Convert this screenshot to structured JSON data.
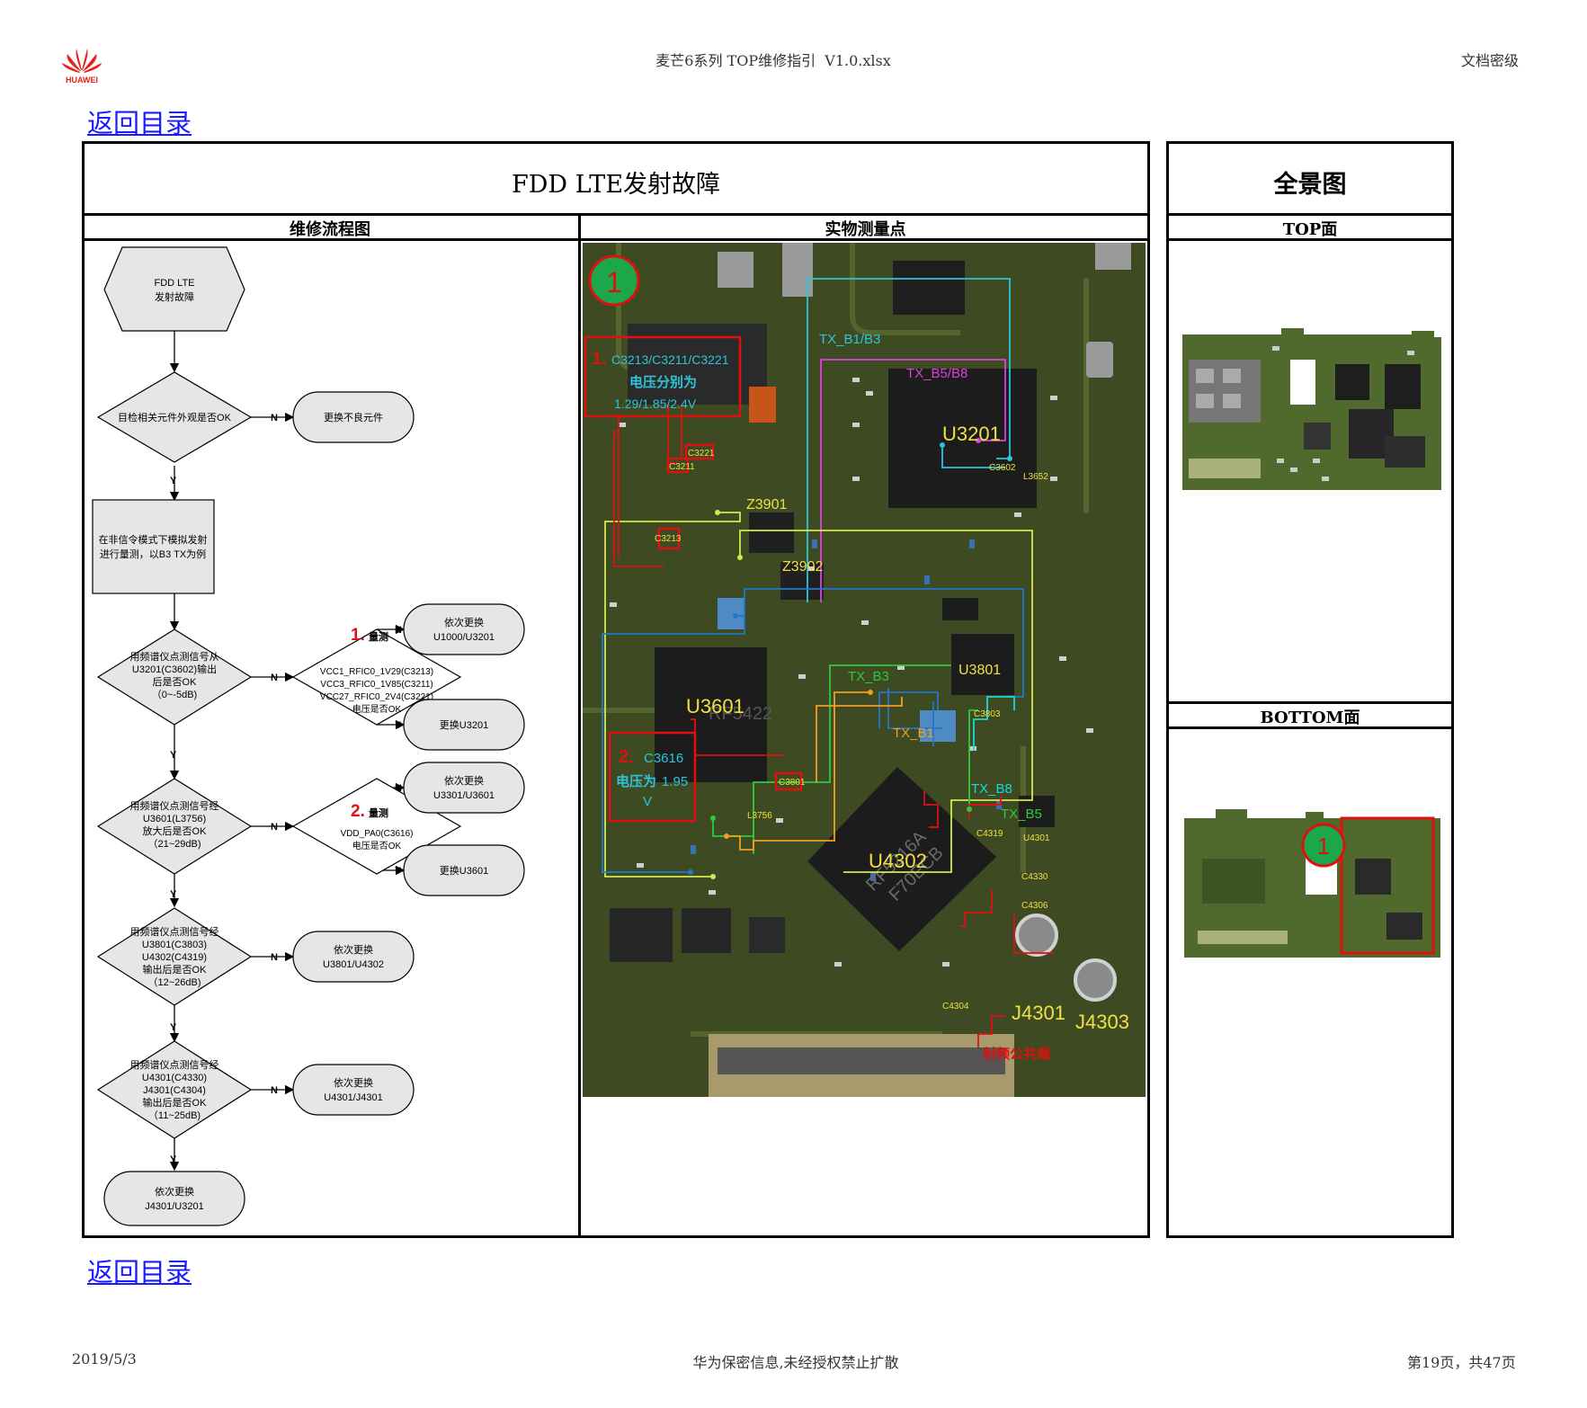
{
  "header": {
    "logo_text": "HUAWEI",
    "file_title": "麦芒6系列 TOP维修指引  V1.0.xlsx",
    "security_level": "文档密级"
  },
  "nav": {
    "back_link": "返回目录"
  },
  "main_title": "FDD LTE发射故障",
  "overview_title": "全景图",
  "col_flowchart": "维修流程图",
  "col_measure": "实物测量点",
  "panel_top": "TOP面",
  "panel_bottom": "BOTTOM面",
  "flow": {
    "start": [
      "FDD LTE",
      "发射故障"
    ],
    "q1": "目检相关元件外观是否OK",
    "a1": "更换不良元件",
    "step2": [
      "在非信令模式下模拟发射",
      "进行量测，以B3 TX为例"
    ],
    "q3": [
      "用频谱仪点测信号从",
      "U3201(C3602)输出",
      "后是否OK",
      "（0~-5dB)"
    ],
    "m1_num": "1.",
    "m1_label": "量测",
    "m1_lines": [
      "VCC1_RFIC0_1V29(C3213)",
      "VCC3_RFIC0_1V85(C3211)",
      "VCC27_RFIC0_2V4(C3221)",
      "电压是否OK"
    ],
    "a3a": [
      "依次更换",
      "U1000/U3201"
    ],
    "a3b": "更换U3201",
    "q4": [
      "用频谱仪点测信号经",
      "U3601(L3756)",
      "放大后是否OK",
      "（21~29dB)"
    ],
    "m2_num": "2.",
    "m2_label": "量测",
    "m2_lines": [
      "VDD_PA0(C3616)",
      "电压是否OK"
    ],
    "a4a": [
      "依次更换",
      "U3301/U3601"
    ],
    "a4b": "更换U3601",
    "q5": [
      "用频谱仪点测信号经",
      "U3801(C3803)",
      "U4302(C4319)",
      "输出后是否OK",
      "（12~26dB)"
    ],
    "a5": [
      "依次更换",
      "U3801/U4302"
    ],
    "q6": [
      "用频谱仪点测信号经",
      "U4301(C4330)",
      "J4301(C4304)",
      "输出后是否OK",
      "（11~25dB)"
    ],
    "a6": [
      "依次更换",
      "U4301/J4301"
    ],
    "end": [
      "依次更换",
      "J4301/U3201"
    ],
    "yes": "Y",
    "no": "N"
  },
  "board": {
    "marker": "1",
    "chips": [
      "U3201",
      "U3601",
      "U3801",
      "U4302",
      "J4301",
      "J4303",
      "Z3901",
      "Z3902"
    ],
    "signals": [
      "TX_B1/B3",
      "TX_B5/B8",
      "TX_B3",
      "TX_B1",
      "TX_B5",
      "TX_B8"
    ],
    "note1_num": "1.",
    "note1_parts": "C3213/C3211/C3221",
    "note1_voltage_label": "电压分别为",
    "note1_voltage": "1.29/1.85/2.4V",
    "note2_num": "2.",
    "note2_part": "C3616",
    "note2_voltage_label": "电压为",
    "note2_voltage": "1.95",
    "note2_unit": "V",
    "small_labels": [
      "C3221",
      "C3211",
      "C3213",
      "C3602",
      "L3652",
      "C3801",
      "L3756",
      "C3803",
      "C4319",
      "U4301",
      "C4330",
      "C4306",
      "C4304"
    ],
    "ant_label": "射频公共端",
    "chip_markings": [
      "RF5216A",
      "F70ECB",
      "RF5422"
    ]
  },
  "overview_marker": "1",
  "footer": {
    "date": "2019/5/3",
    "confidential": "华为保密信息,未经授权禁止扩散",
    "page": "第19页，共47页"
  },
  "colors": {
    "link": "#1a1aff",
    "pcb": "#3d4a22",
    "marker_green": "#1aa84a",
    "marker_red": "#e01010"
  }
}
